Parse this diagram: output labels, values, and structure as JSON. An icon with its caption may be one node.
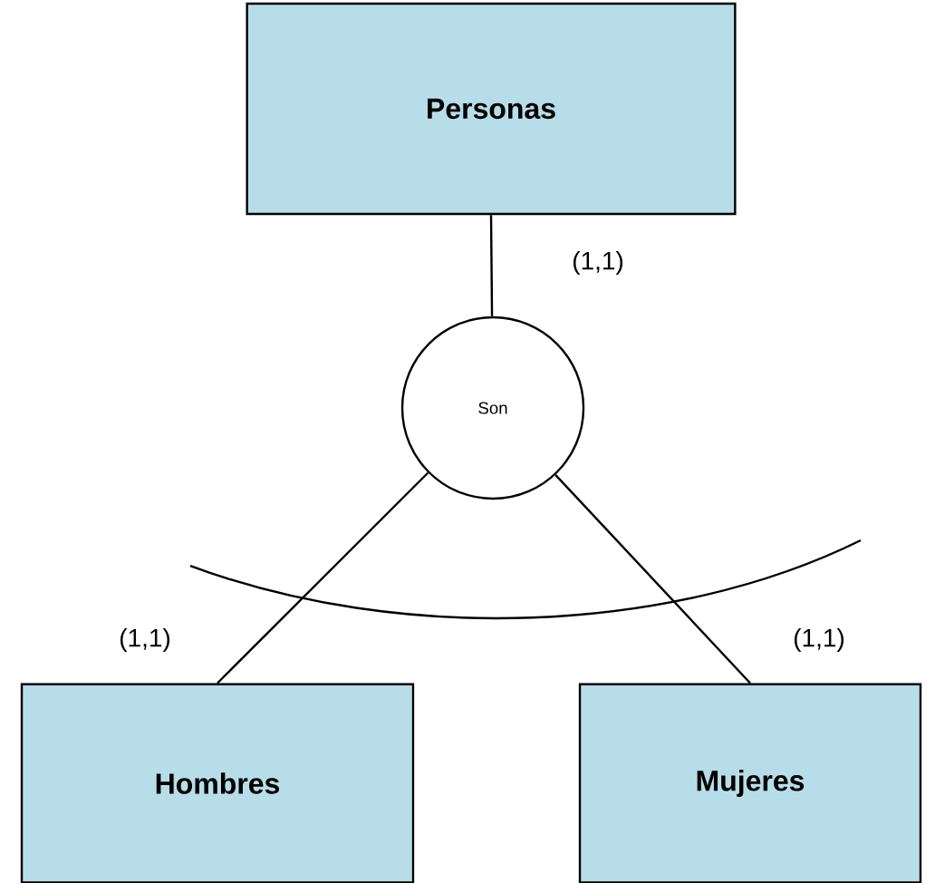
{
  "diagram": {
    "nodes": [
      {
        "text": [
          "Personas"
        ]
      },
      {
        "text": [
          "Son"
        ]
      },
      {
        "text": [
          "Hombres"
        ]
      },
      {
        "text": [
          "Mujeres"
        ]
      }
    ],
    "edges": [
      {
        "from": 0,
        "to": 1,
        "arrow": "none",
        "label": "(1,1)"
      },
      {
        "from": 1,
        "to": 2,
        "arrow": "none",
        "label": "(1,1)"
      },
      {
        "from": 1,
        "to": 3,
        "arrow": "none",
        "label": "(1,1)"
      }
    ]
  }
}
